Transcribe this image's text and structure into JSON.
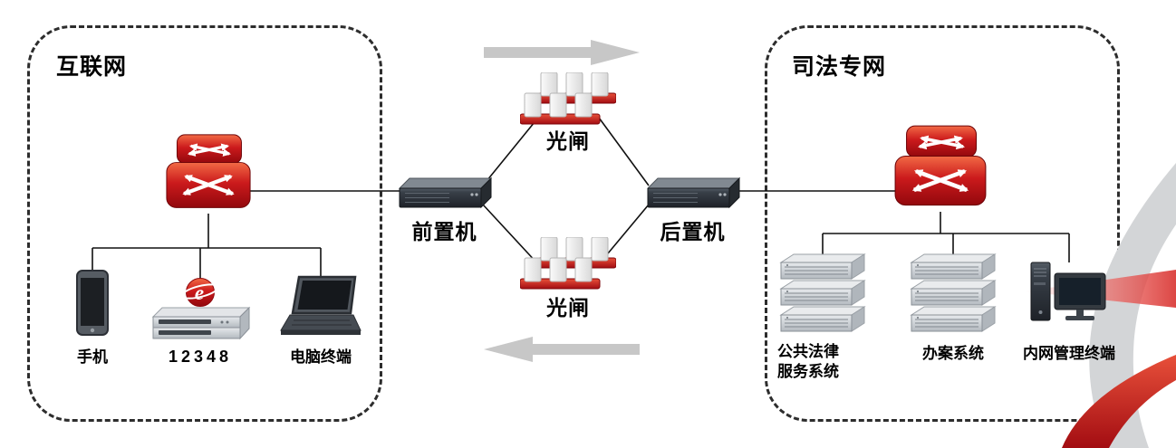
{
  "diagram": {
    "zones": {
      "internet": {
        "title": "互联网",
        "devices": [
          {
            "icon": "phone-icon",
            "label": "手机"
          },
          {
            "icon": "ie-server-icon",
            "label": "12348"
          },
          {
            "icon": "laptop-icon",
            "label": "电脑终端"
          }
        ]
      },
      "judicial": {
        "title": "司法专网",
        "devices": [
          {
            "icon": "server-rack-icon",
            "label": "公共法律\n服务系统"
          },
          {
            "icon": "server-rack-icon",
            "label": "办案系统"
          },
          {
            "icon": "desktop-terminal-icon",
            "label": "内网管理终端"
          }
        ]
      }
    },
    "middle": {
      "front_server_label": "前置机",
      "back_server_label": "后置机",
      "optical_gate_top_label": "光闸",
      "optical_gate_bottom_label": "光闸"
    },
    "colors": {
      "brand_red": "#c31218",
      "wire": "#111111",
      "arrow_gray": "#c7c7c7"
    }
  }
}
